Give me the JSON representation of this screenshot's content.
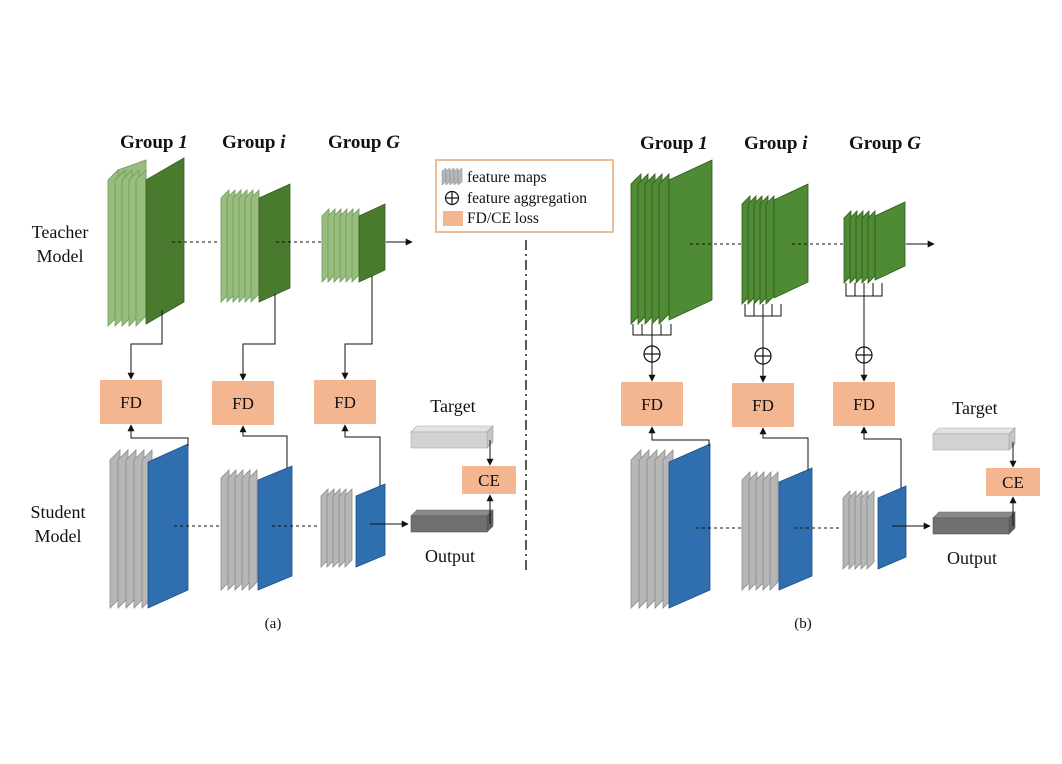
{
  "colors": {
    "teacher_a_light": "#98bd7f",
    "teacher_a_dark": "#4a7a2e",
    "teacher_b": "#4f8a34",
    "student_gray": "#b7b7b7",
    "student_blue": "#2f6fb0",
    "loss_box": "#f4b690",
    "legend_border": "#e6a876"
  },
  "panel_a": {
    "groups": [
      "Group ",
      "Group ",
      "Group "
    ],
    "group_marks": [
      "1",
      "i",
      "G"
    ],
    "teacher_label": [
      "Teacher",
      "Model"
    ],
    "student_label": [
      "Student",
      "Model"
    ],
    "fd": "FD",
    "ce": "CE",
    "target": "Target",
    "output": "Output",
    "caption": "(a)"
  },
  "panel_b": {
    "groups": [
      "Group ",
      "Group ",
      "Group "
    ],
    "group_marks": [
      "1",
      "i",
      "G"
    ],
    "fd": "FD",
    "ce": "CE",
    "target": "Target",
    "output": "Output",
    "caption": "(b)"
  },
  "legend": {
    "feature_maps": "feature maps",
    "feature_aggregation": "feature aggregation",
    "loss": "FD/CE loss"
  }
}
